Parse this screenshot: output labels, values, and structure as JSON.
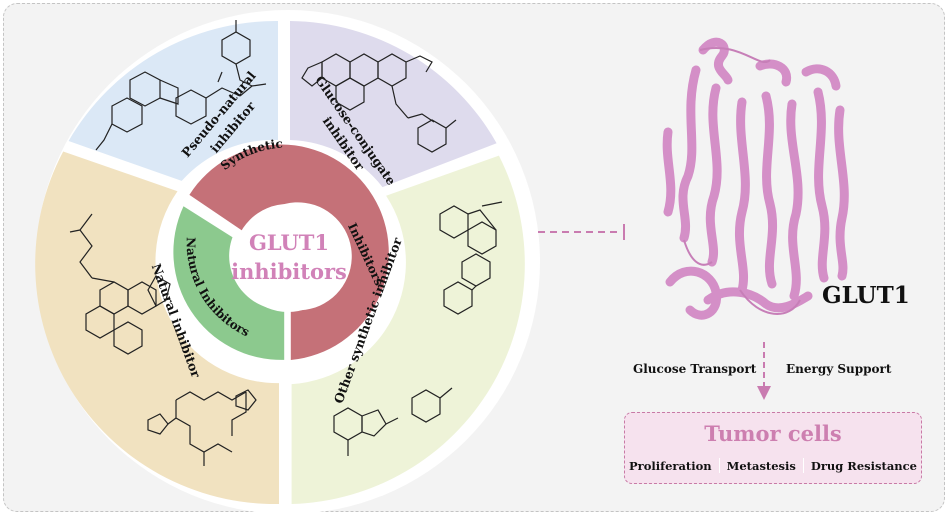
{
  "center": {
    "line1": "GLUT1",
    "line2": "inhibitors"
  },
  "inner_ring": {
    "synthetic_1": "Synthetic",
    "synthetic_2": "Inhibitors",
    "natural": "Natural Inhibitors"
  },
  "outer_ring": {
    "pseudo_1": "Pseudo-natural",
    "pseudo_2": "inhibitor",
    "glucose_1": "Glucose-conjugate",
    "glucose_2": "inhibitor",
    "other": "Other synthetic inhibitor",
    "natural": "Natural inhibitor"
  },
  "protein": {
    "label": "GLUT1"
  },
  "flow": {
    "left": "Glucose Transport",
    "right": "Energy Support"
  },
  "tumor": {
    "title": "Tumor cells",
    "items": [
      "Proliferation",
      "Metastesis",
      "Drug Resistance"
    ]
  },
  "colors": {
    "pseudo_sector": "#dbe8f6",
    "glucose_sector": "#dedbed",
    "other_sector": "#eef3d8",
    "natural_sector": "#f1e2c0",
    "synthetic_ring": "#c57178",
    "natural_ring": "#8cc98e",
    "center_text": "#d182b8",
    "protein": "#d48fc7",
    "arrow": "#c97bb0",
    "tumor_fill": "#f6e2ee"
  }
}
